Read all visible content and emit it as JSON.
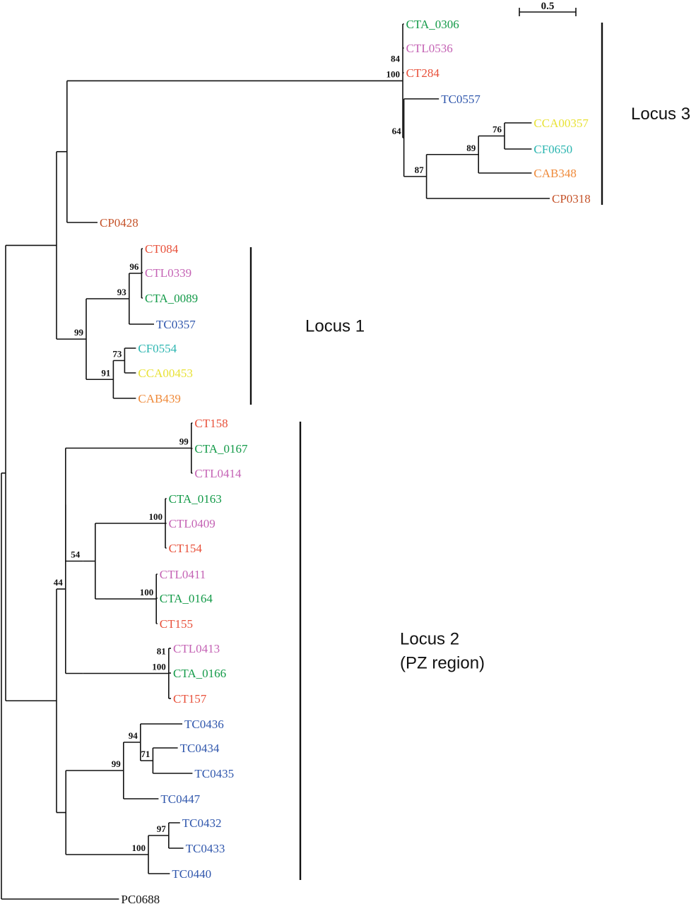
{
  "figure": {
    "type": "phylogenetic_tree",
    "scale_bar": {
      "value": 0.5,
      "label": "0.5"
    }
  },
  "colors": {
    "CT": "#e8503a",
    "CTL": "#c462b4",
    "CTA": "#139a48",
    "TC": "#2f56ac",
    "CF": "#2bb5b0",
    "CCA": "#e8e236",
    "CAB": "#ef8a3a",
    "CP": "#c5532a",
    "PC": "#111111"
  },
  "loci": [
    {
      "label_lines": [
        "Locus 3"
      ],
      "from_leaf": "CTA_0306",
      "to_leaf": "CP0318"
    },
    {
      "label_lines": [
        "Locus 1"
      ],
      "from_leaf": "CT084",
      "to_leaf": "CAB439"
    },
    {
      "label_lines": [
        "Locus 2",
        "(PZ region)"
      ],
      "from_leaf": "CT158",
      "to_leaf": "TC0440"
    }
  ],
  "tree": {
    "depth": 0,
    "children": [
      {
        "depth": 0.0375,
        "children": [
          {
            "depth": 0.4875,
            "children": [
              {
                "depth": 0.58,
                "children": [
                  {
                    "depth": 3.55,
                    "support": [
                      "84",
                      "100"
                    ],
                    "children": [
                      {
                        "name": "CTA_0306",
                        "group": "CTA",
                        "depth": 3.56
                      },
                      {
                        "name": "CTL0536",
                        "group": "CTL",
                        "depth": 3.56
                      },
                      {
                        "name": "CT284",
                        "group": "CT",
                        "depth": 3.56
                      },
                      {
                        "depth": 3.56,
                        "support": [
                          "64"
                        ],
                        "children": [
                          {
                            "name": "TC0557",
                            "group": "TC",
                            "depth": 3.87
                          },
                          {
                            "depth": 3.76,
                            "support": [
                              "87"
                            ],
                            "children": [
                              {
                                "depth": 4.22,
                                "support": [
                                  "89"
                                ],
                                "children": [
                                  {
                                    "depth": 4.45,
                                    "support": [
                                      "76"
                                    ],
                                    "children": [
                                      {
                                        "name": "CCA00357",
                                        "group": "CCA",
                                        "depth": 4.69
                                      },
                                      {
                                        "name": "CF0650",
                                        "group": "CF",
                                        "depth": 4.69
                                      }
                                    ]
                                  },
                                  {
                                    "name": "CAB348",
                                    "group": "CAB",
                                    "depth": 4.69
                                  }
                                ]
                              },
                              {
                                "name": "CP0318",
                                "group": "CP",
                                "depth": 4.85
                              }
                            ]
                          }
                        ]
                      }
                    ]
                  },
                  {
                    "name": "CP0428",
                    "group": "CP",
                    "depth": 0.85
                  }
                ]
              },
              {
                "depth": 0.75,
                "support": [
                  "99"
                ],
                "children": [
                  {
                    "depth": 1.13,
                    "support": [
                      "93"
                    ],
                    "children": [
                      {
                        "depth": 1.24,
                        "support": [
                          "96"
                        ],
                        "children": [
                          {
                            "name": "CT084",
                            "group": "CT",
                            "depth": 1.25
                          },
                          {
                            "name": "CTL0339",
                            "group": "CTL",
                            "depth": 1.25
                          },
                          {
                            "name": "CTA_0089",
                            "group": "CTA",
                            "depth": 1.25
                          }
                        ]
                      },
                      {
                        "name": "TC0357",
                        "group": "TC",
                        "depth": 1.35
                      }
                    ]
                  },
                  {
                    "depth": 0.99,
                    "support": [
                      "91"
                    ],
                    "children": [
                      {
                        "depth": 1.09,
                        "support": [
                          "73"
                        ],
                        "children": [
                          {
                            "name": "CF0554",
                            "group": "CF",
                            "depth": 1.19
                          },
                          {
                            "name": "CCA00453",
                            "group": "CCA",
                            "depth": 1.19
                          }
                        ]
                      },
                      {
                        "name": "CAB439",
                        "group": "CAB",
                        "depth": 1.19
                      }
                    ]
                  }
                ]
              }
            ]
          },
          {
            "depth": 0.4875,
            "children": [
              {
                "depth": 0.5675,
                "support": [
                  "44"
                ],
                "children": [
                  {
                    "depth": 0.5675,
                    "children": [
                      {
                        "depth": 1.68,
                        "support": [
                          "99"
                        ],
                        "children": [
                          {
                            "name": "CT158",
                            "group": "CT",
                            "depth": 1.69
                          },
                          {
                            "name": "CTA_0167",
                            "group": "CTA",
                            "depth": 1.69
                          },
                          {
                            "name": "CTL0414",
                            "group": "CTL",
                            "depth": 1.69
                          }
                        ]
                      },
                      {
                        "depth": 0.72,
                        "support": [
                          "54"
                        ],
                        "children": [
                          {
                            "depth": 0.83,
                            "children": [
                              {
                                "depth": 1.45,
                                "support": [
                                  "100"
                                ],
                                "children": [
                                  {
                                    "name": "CTA_0163",
                                    "group": "CTA",
                                    "depth": 1.46
                                  },
                                  {
                                    "name": "CTL0409",
                                    "group": "CTL",
                                    "depth": 1.46
                                  },
                                  {
                                    "name": "CT154",
                                    "group": "CT",
                                    "depth": 1.46
                                  }
                                ]
                              },
                              {
                                "depth": 1.37,
                                "support": [
                                  "100"
                                ],
                                "children": [
                                  {
                                    "name": "CTL0411",
                                    "group": "CTL",
                                    "depth": 1.38
                                  },
                                  {
                                    "name": "CTA_0164",
                                    "group": "CTA",
                                    "depth": 1.38
                                  },
                                  {
                                    "name": "CT155",
                                    "group": "CT",
                                    "depth": 1.38
                                  }
                                ]
                              }
                            ]
                          }
                        ]
                      }
                    ]
                  },
                  {
                    "depth": 0.72,
                    "children": [
                      {
                        "depth": 1.48,
                        "support": [
                          "81",
                          "100"
                        ],
                        "children": [
                          {
                            "name": "CTL0413",
                            "group": "CTL",
                            "depth": 1.5
                          },
                          {
                            "name": "CTA_0166",
                            "group": "CTA",
                            "depth": 1.5
                          },
                          {
                            "name": "CT157",
                            "group": "CT",
                            "depth": 1.5
                          }
                        ]
                      }
                    ]
                  }
                ]
              },
              {
                "depth": 0.57,
                "children": [
                  {
                    "depth": 1.08,
                    "support": [
                      "99"
                    ],
                    "children": [
                      {
                        "depth": 1.23,
                        "support": [
                          "94"
                        ],
                        "children": [
                          {
                            "name": "TC0436",
                            "group": "TC",
                            "depth": 1.6
                          },
                          {
                            "depth": 1.34,
                            "support": [
                              "71"
                            ],
                            "children": [
                              {
                                "name": "TC0434",
                                "group": "TC",
                                "depth": 1.56
                              },
                              {
                                "name": "TC0435",
                                "group": "TC",
                                "depth": 1.69
                              }
                            ]
                          }
                        ]
                      },
                      {
                        "name": "TC0447",
                        "group": "TC",
                        "depth": 1.39
                      }
                    ]
                  },
                  {
                    "depth": 1.3,
                    "support": [
                      "100"
                    ],
                    "children": [
                      {
                        "depth": 1.48,
                        "support": [
                          "97"
                        ],
                        "children": [
                          {
                            "name": "TC0432",
                            "group": "TC",
                            "depth": 1.58
                          },
                          {
                            "name": "TC0433",
                            "group": "TC",
                            "depth": 1.61
                          }
                        ]
                      },
                      {
                        "name": "TC0440",
                        "group": "TC",
                        "depth": 1.49
                      }
                    ]
                  }
                ]
              }
            ]
          }
        ]
      },
      {
        "name": "PC0688",
        "group": "PC",
        "depth": 1.04
      }
    ]
  }
}
